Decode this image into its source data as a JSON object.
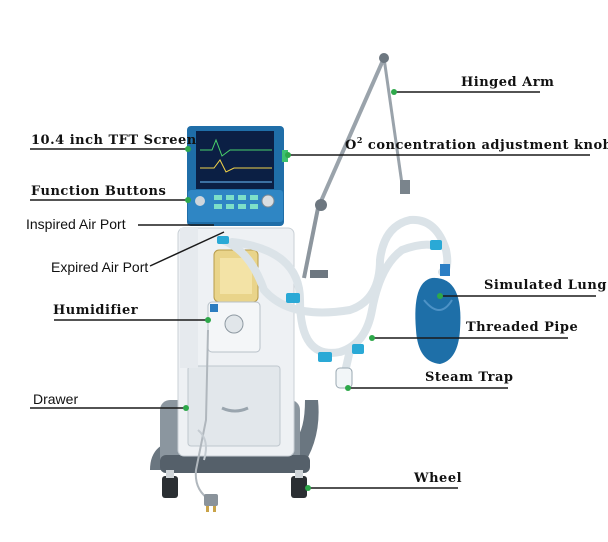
{
  "labels": {
    "hinged_arm": "Hinged Arm",
    "tft_screen": "10.4 inch TFT Screen",
    "o2_prefix": "O",
    "o2_sup": "2",
    "o2_suffix": " concentration adjustment knob",
    "function_buttons": "Function Buttons",
    "inspired_air_port": "Inspired Air Port",
    "expired_air_port": "Expired Air Port",
    "humidifier": "Humidifier",
    "simulated_lung": "Simulated Lung",
    "threaded_pipe": "Threaded Pipe",
    "steam_trap": "Steam Trap",
    "drawer": "Drawer",
    "wheel": "Wheel"
  },
  "colors": {
    "leader_dot": "#2ea84a",
    "leader_line": "#1a1a1a",
    "lung": "#1e6fa8",
    "pipe": "#e8eef2",
    "connector": "#2aa9d6",
    "cabinet": "#e4e8ec",
    "base": "#5a6670"
  }
}
